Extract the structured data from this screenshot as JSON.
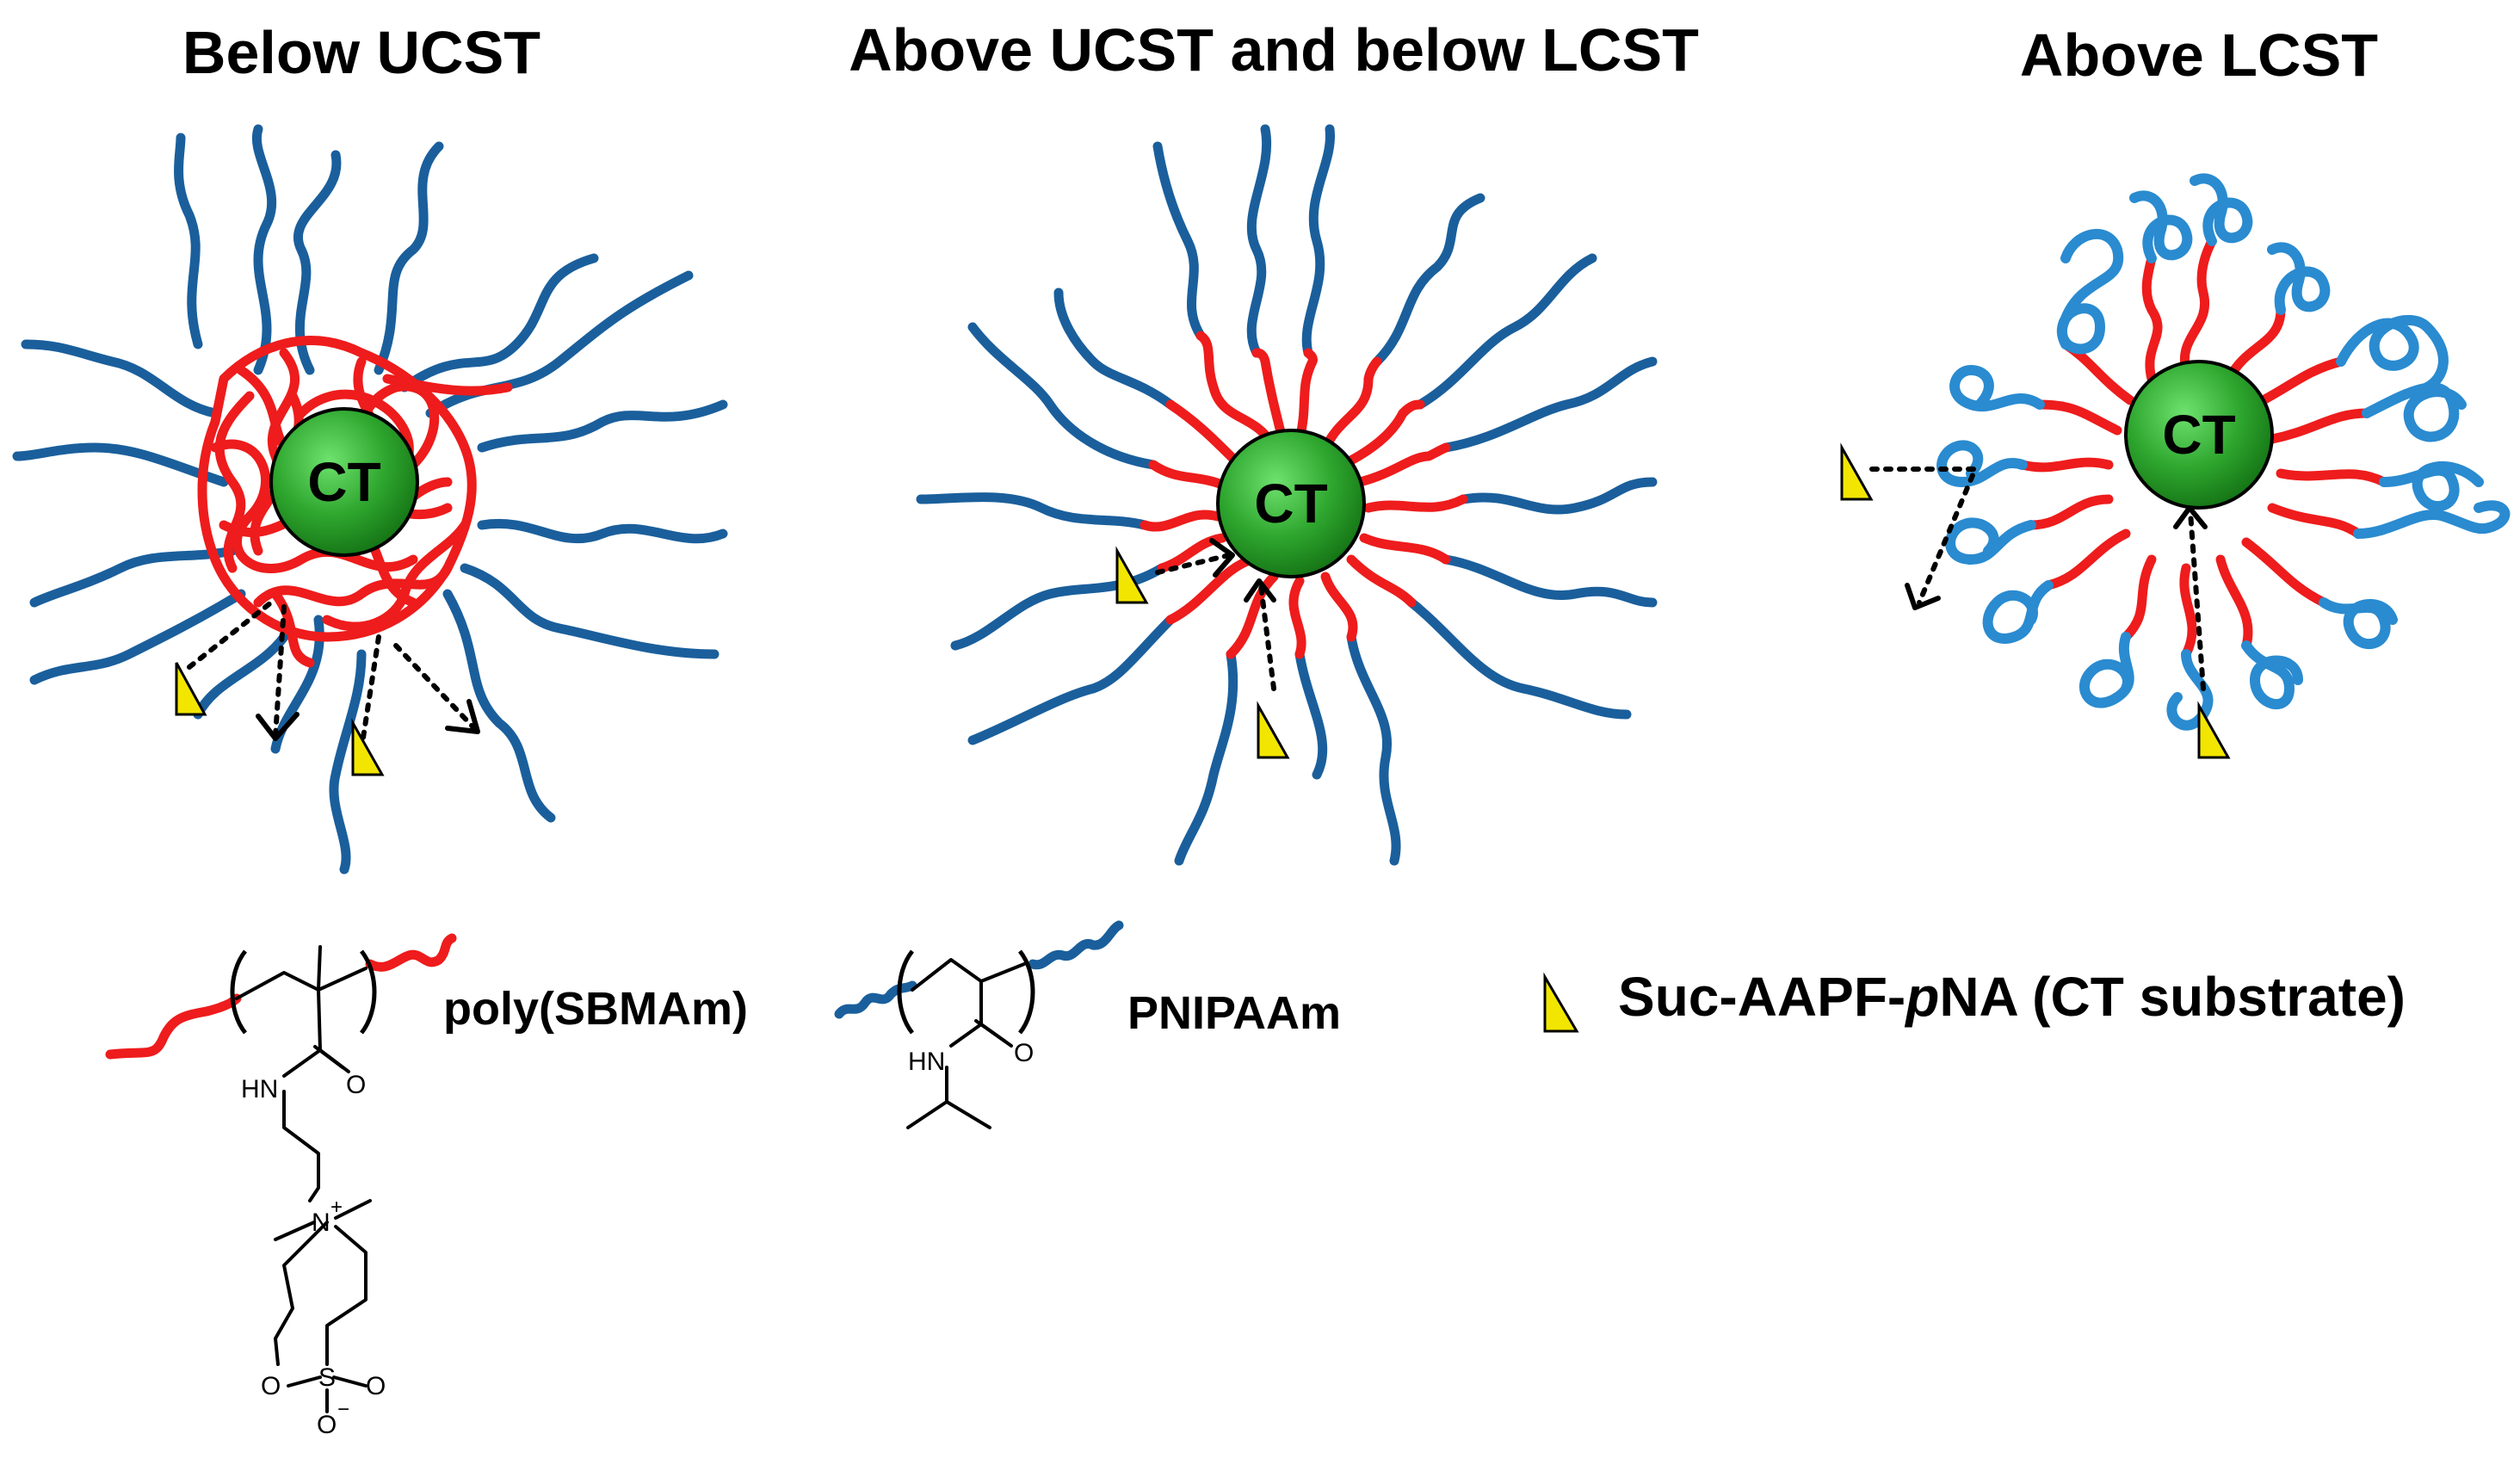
{
  "panels": [
    {
      "title": "Below UCST",
      "core_label": "CT"
    },
    {
      "title": "Above UCST and below LCST",
      "core_label": "CT"
    },
    {
      "title": "Above LCST",
      "core_label": "CT"
    }
  ],
  "legend": {
    "sbmam_label": "poly(SBMAm)",
    "pnipaam_label": "PNIPAAm",
    "substrate_label_pre": "Suc-AAPF-",
    "substrate_label_italic": "p",
    "substrate_label_post": "NA (CT substrate)"
  },
  "chem": {
    "sbmam": {
      "hn": "HN",
      "o": "O",
      "n_plus": "N",
      "plus": "+",
      "s": "S",
      "o_left": "O",
      "o_right": "O",
      "o_minus": "O",
      "minus": "−"
    },
    "pnipaam": {
      "hn": "HN",
      "o": "O"
    }
  },
  "colors": {
    "zwitterion_red": "#ee1c1c",
    "pnipaam_blue": "#1a5f9c",
    "collapsed_blue": "#2a8bd0",
    "core_green": "#2ea62e",
    "substrate_yellow": "#f2e600"
  }
}
